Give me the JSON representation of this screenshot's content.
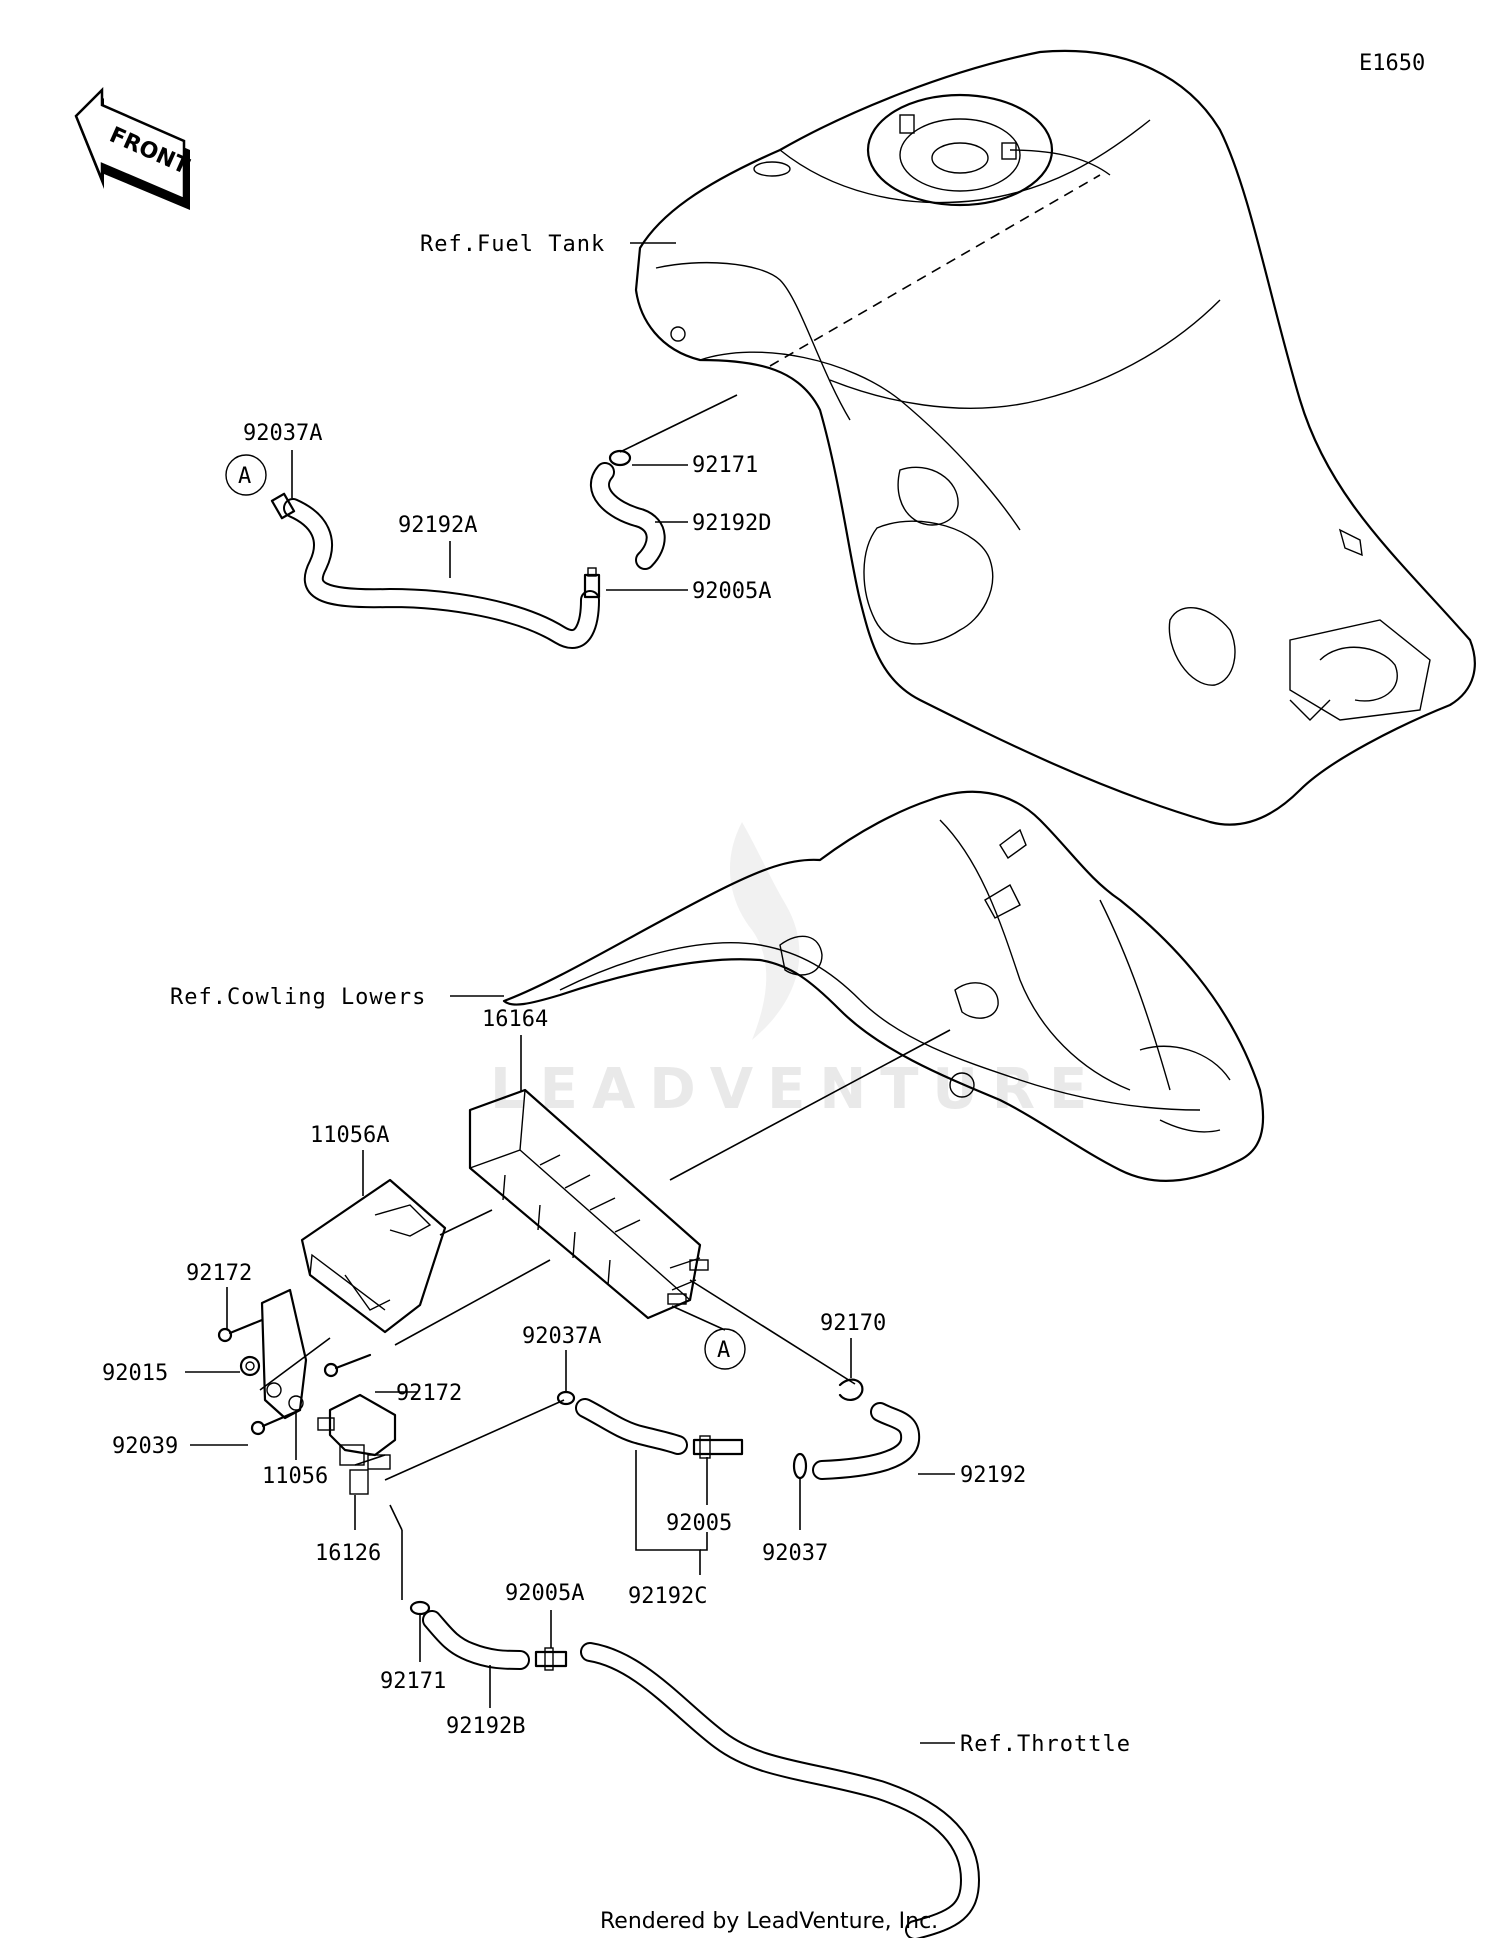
{
  "diagram_id": "E1650",
  "front_label": "FRONT",
  "watermark": "LEADVENTURE",
  "footer": "Rendered by LeadVenture, Inc.",
  "references": {
    "fuel_tank": "Ref.Fuel Tank",
    "cowling_lowers": "Ref.Cowling Lowers",
    "throttle": "Ref.Throttle"
  },
  "connector_marker": "A",
  "parts": {
    "p92037A_top": "92037A",
    "p92192A": "92192A",
    "p92171_top": "92171",
    "p92192D": "92192D",
    "p92005A_top": "92005A",
    "p16164": "16164",
    "p11056A": "11056A",
    "p92172_left": "92172",
    "p92015": "92015",
    "p92039": "92039",
    "p11056": "11056",
    "p16126": "16126",
    "p92172_mid": "92172",
    "p92037A_mid": "92037A",
    "p92170": "92170",
    "p92192": "92192",
    "p92005": "92005",
    "p92037": "92037",
    "p92192C": "92192C",
    "p92005A_bot": "92005A",
    "p92171_bot": "92171",
    "p92192B": "92192B"
  }
}
